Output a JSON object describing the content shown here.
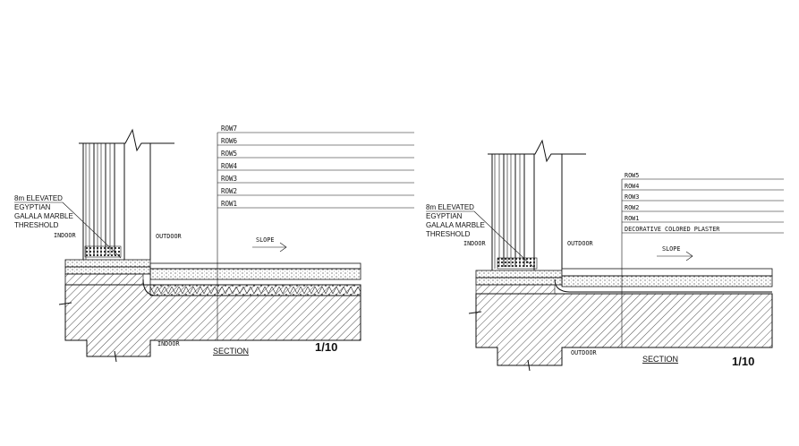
{
  "left": {
    "rows": [
      "ROW7",
      "ROW6",
      "ROW5",
      "ROW4",
      "ROW3",
      "ROW2",
      "ROW1"
    ],
    "threshold_lines": [
      "8m  ELEVATED",
      "EGYPTIAN",
      "GALALA MARBLE",
      "THRESHOLD"
    ],
    "indoor_top": "INDOOR",
    "outdoor_top": "OUTDOOR",
    "slope": "SLOPE",
    "indoor_bottom": "INDOOR",
    "title": "SECTION",
    "scale": "1/10"
  },
  "right": {
    "rows": [
      "ROW5",
      "ROW4",
      "ROW3",
      "ROW2",
      "ROW1",
      "DECORATIVE COLORED PLASTER"
    ],
    "threshold_lines": [
      "8m  ELEVATED",
      "EGYPTIAN",
      "GALALA MARBLE",
      "THRESHOLD"
    ],
    "indoor_top": "INDOOR",
    "outdoor_top": "OUTDOOR",
    "slope": "SLOPE",
    "outdoor_bottom": "OUTDOOR",
    "title": "SECTION",
    "scale": "1/10"
  }
}
